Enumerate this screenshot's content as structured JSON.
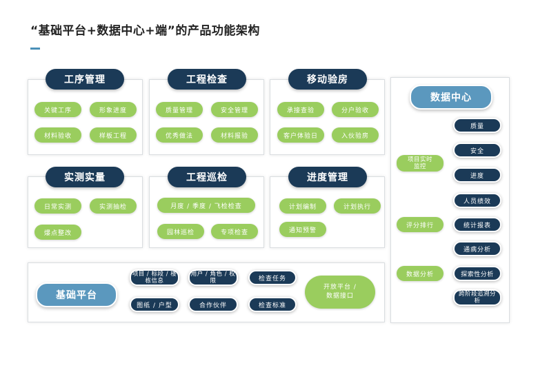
{
  "title": "“基础平台+数据中心+端”的产品功能架构",
  "colors": {
    "navy": "#1b3a57",
    "green": "#9acd5e",
    "blue": "#5b98be",
    "accent": "#4a90b8"
  },
  "modules": {
    "process": {
      "title": "工序管理",
      "items": [
        "关键工序",
        "形象进度",
        "材料验收",
        "样板工程"
      ]
    },
    "inspection": {
      "title": "工程检查",
      "items": [
        "质量管理",
        "安全管理",
        "优秀做法",
        "材料报验"
      ]
    },
    "mobile": {
      "title": "移动验房",
      "items": [
        "承接查验",
        "分户验收",
        "客户体验日",
        "入伙验房"
      ]
    },
    "measure": {
      "title": "实测实量",
      "items": [
        "日常实测",
        "实测抽检",
        "爆点整改"
      ]
    },
    "patrol": {
      "title": "工程巡检",
      "items": [
        "月度 / 季度 / 飞检检查",
        "园林巡检",
        "专项检查"
      ]
    },
    "progress": {
      "title": "进度管理",
      "items": [
        "计划编制",
        "计划执行",
        "通知预警"
      ]
    }
  },
  "platform": {
    "title": "基础平台",
    "items": [
      "项目 / 标段 / 楼栋信息",
      "用户 / 角色 / 权限",
      "检查任务",
      "图纸 / 户型",
      "合作伙伴",
      "检查标准"
    ],
    "open": "开放平台 / 数据接口"
  },
  "datacenter": {
    "title": "数据中心",
    "groups": [
      "项目实时监控",
      "评分排行",
      "数据分析"
    ],
    "items": [
      "质量",
      "安全",
      "进度",
      "人员绩效",
      "统计报表",
      "通病分析",
      "探索性分析",
      "跨阶段追溯分析"
    ]
  }
}
